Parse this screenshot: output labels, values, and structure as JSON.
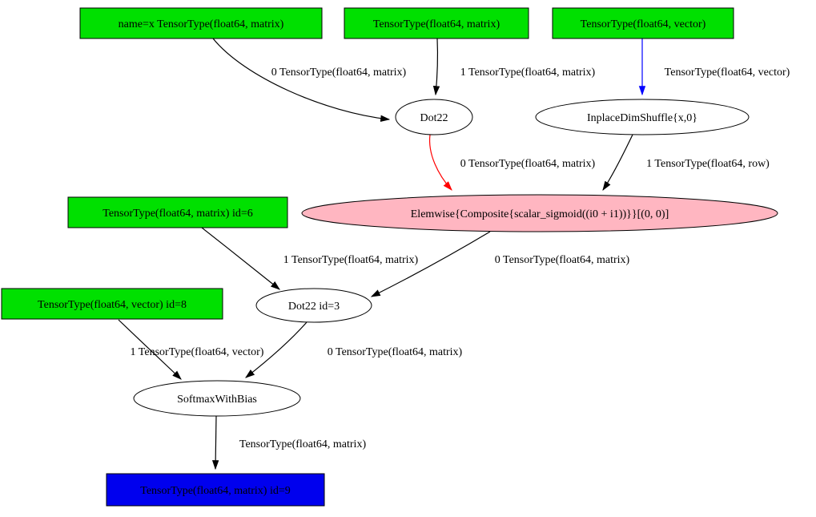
{
  "diagram": {
    "type": "computational-graph",
    "colors": {
      "input_fill": "#00e000",
      "output_fill": "#0000ee",
      "op_fill": "#ffffff",
      "elemwise_fill": "#ffb6c1",
      "edge_black": "#000000",
      "edge_red": "#ff0000",
      "edge_blue": "#0000ff",
      "text": "#000000"
    },
    "nodes": {
      "input_x": {
        "label": "name=x TensorType(float64, matrix)",
        "shape": "box"
      },
      "input_matrix": {
        "label": "TensorType(float64, matrix)",
        "shape": "box"
      },
      "input_vector": {
        "label": "TensorType(float64, vector)",
        "shape": "box"
      },
      "dot22": {
        "label": "Dot22",
        "shape": "ellipse"
      },
      "dimshuffle": {
        "label": "InplaceDimShuffle{x,0}",
        "shape": "ellipse"
      },
      "elemwise": {
        "label": "Elemwise{Composite{scalar_sigmoid((i0 + i1))}}[(0, 0)]",
        "shape": "ellipse"
      },
      "input_id6": {
        "label": "TensorType(float64, matrix) id=6",
        "shape": "box"
      },
      "dot22_id3": {
        "label": "Dot22 id=3",
        "shape": "ellipse"
      },
      "input_id8": {
        "label": "TensorType(float64, vector) id=8",
        "shape": "box"
      },
      "softmax": {
        "label": "SoftmaxWithBias",
        "shape": "ellipse"
      },
      "output_id9": {
        "label": "TensorType(float64, matrix) id=9",
        "shape": "box"
      }
    },
    "edge_labels": {
      "x_to_dot22": "0 TensorType(float64, matrix)",
      "matrix_to_dot22": "1 TensorType(float64, matrix)",
      "vector_to_dimshuffle": "TensorType(float64, vector)",
      "dot22_to_elemwise": "0 TensorType(float64, matrix)",
      "dimshuffle_to_elemwise": "1 TensorType(float64, row)",
      "id6_to_dot3": "1 TensorType(float64, matrix)",
      "elemwise_to_dot3": "0 TensorType(float64, matrix)",
      "id8_to_softmax": "1 TensorType(float64, vector)",
      "dot3_to_softmax": "0 TensorType(float64, matrix)",
      "softmax_to_output": "TensorType(float64, matrix)"
    }
  }
}
